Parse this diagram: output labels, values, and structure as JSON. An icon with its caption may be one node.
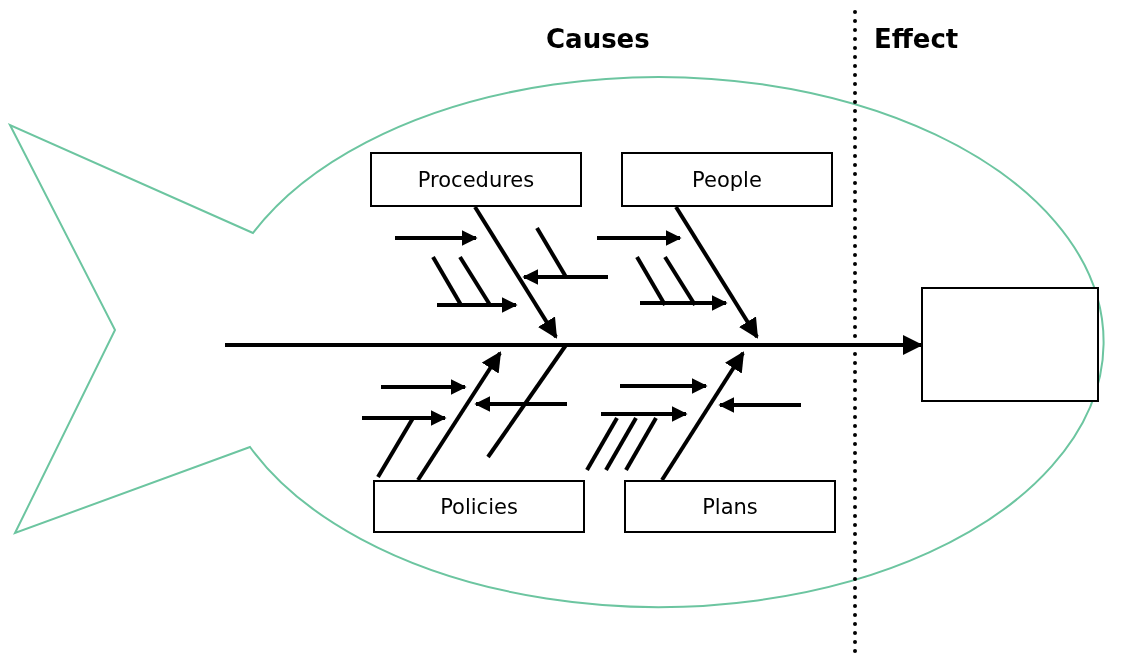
{
  "diagram": {
    "nodes": [
      {
        "text": [
          "Procedures"
        ]
      },
      {
        "text": [
          "People"
        ]
      },
      {
        "text": [
          "Policies"
        ]
      },
      {
        "text": [
          "Plans"
        ]
      },
      {
        "text": [],
        "shape": "box"
      }
    ],
    "edges": [
      {
        "from": null,
        "to": 4,
        "arrow": "to"
      },
      {
        "from": 0,
        "to": null,
        "arrow": "to"
      },
      {
        "from": 1,
        "to": null,
        "arrow": "to"
      },
      {
        "from": 2,
        "to": null,
        "arrow": "to"
      },
      {
        "from": 3,
        "to": null,
        "arrow": "to"
      }
    ],
    "labels": [
      "Causes",
      "Effect"
    ]
  }
}
